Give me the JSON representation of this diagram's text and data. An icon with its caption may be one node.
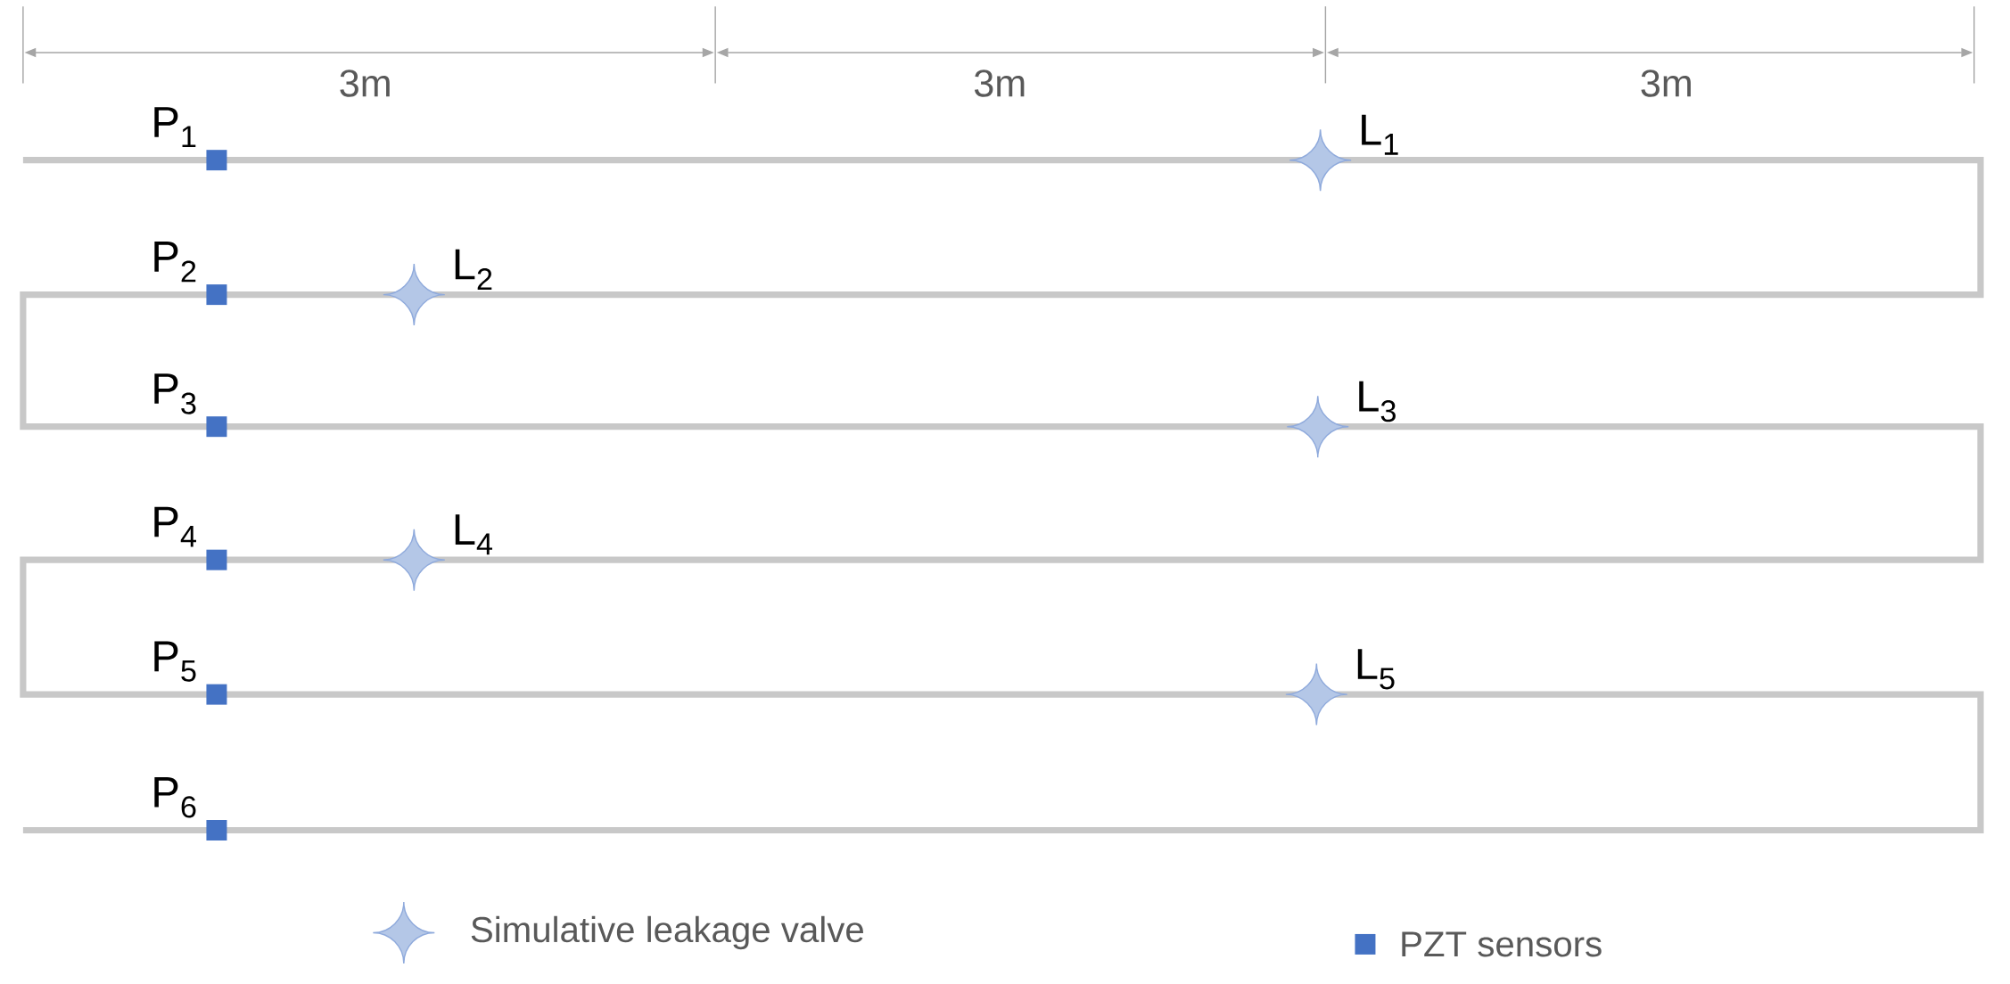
{
  "diagram": {
    "nodes": [
      {
        "text": [
          "P$_{1}$"
        ]
      },
      {
        "text": [
          "L$_{1}$"
        ]
      },
      {
        "text": [
          "P$_{2}$"
        ]
      },
      {
        "text": [
          "L$_{2}$"
        ]
      },
      {
        "text": [
          "P$_{3}$"
        ]
      },
      {
        "text": [
          "L$_{3}$"
        ]
      },
      {
        "text": [
          "P$_{4}$"
        ]
      },
      {
        "text": [
          "L$_{4}$"
        ]
      },
      {
        "text": [
          "P$_{5}$"
        ]
      },
      {
        "text": [
          "L$_{5}$"
        ]
      },
      {
        "text": [
          "P$_{6}$"
        ]
      }
    ],
    "labels": [
      "3m",
      "3m",
      "3m"
    ],
    "legend": [
      {
        "text": "Simulative leakage valve"
      },
      {
        "text": "PZT sensors",
        "color": "#4472c4"
      }
    ]
  }
}
